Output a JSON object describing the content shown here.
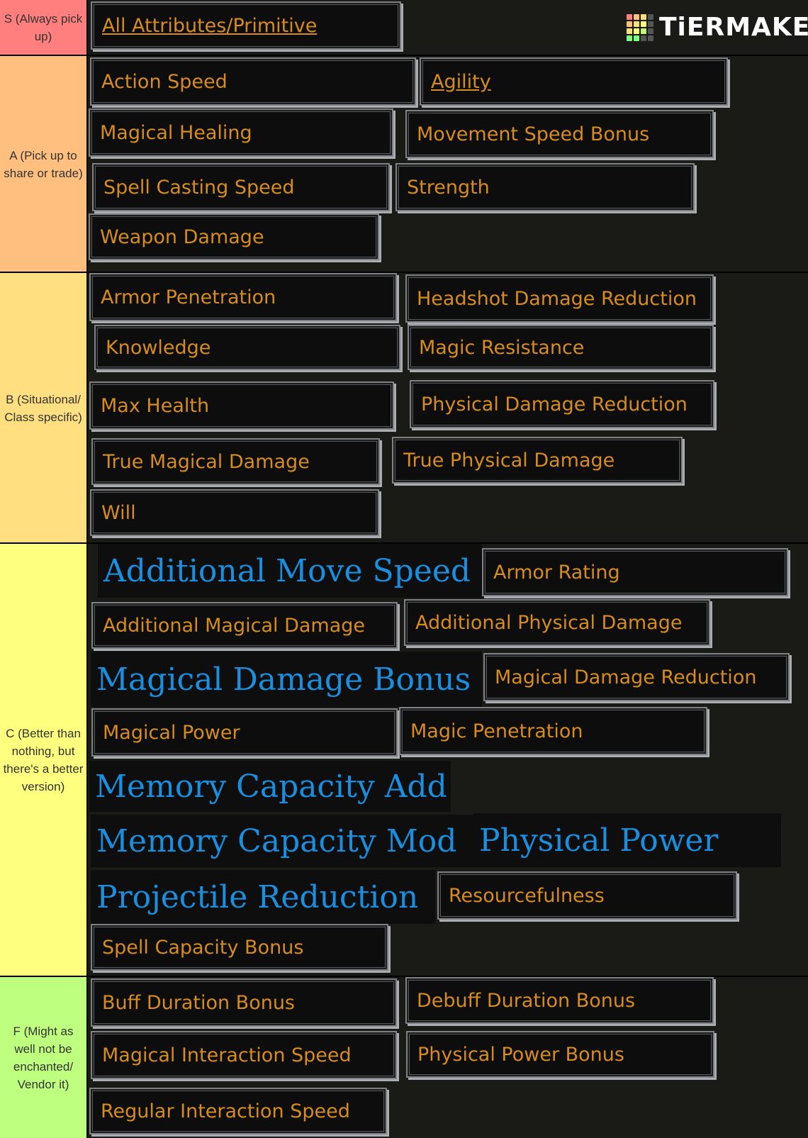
{
  "logo": {
    "text": "TiERMAKER"
  },
  "tiers": {
    "s": {
      "label": "S (Always pick up)",
      "color": "#ff7f7f"
    },
    "a": {
      "label": "A (Pick up to share or trade)",
      "color": "#ffbf7f"
    },
    "b": {
      "label": "B (Situational/ Class specific)",
      "color": "#ffdf80"
    },
    "c": {
      "label": "C (Better than nothing, but there's a better version)",
      "color": "#ffff7f"
    },
    "f": {
      "label": "F (Might as well not be enchanted/ Vendor it)",
      "color": "#bfff7f"
    }
  },
  "items": {
    "all_attributes": "All Attributes/Primitive",
    "action_speed": "Action Speed",
    "agility": "Agility",
    "magical_healing": "Magical Healing",
    "movement_speed_bonus": "Movement Speed Bonus",
    "spell_casting_speed": "Spell Casting Speed",
    "strength": "Strength",
    "weapon_damage": "Weapon Damage",
    "armor_penetration": "Armor Penetration",
    "headshot_damage_reduction": "Headshot Damage Reduction",
    "knowledge": "Knowledge",
    "magic_resistance": "Magic Resistance",
    "max_health": "Max Health",
    "physical_damage_reduction": "Physical Damage Reduction",
    "true_magical_damage": "True Magical Damage",
    "true_physical_damage": "True Physical Damage",
    "will": "Will",
    "additional_move_speed": "Additional Move Speed",
    "armor_rating": "Armor Rating",
    "additional_magical_damage": "Additional Magical Damage",
    "additional_physical_damage": "Additional Physical Damage",
    "magical_damage_bonus": "Magical Damage Bonus",
    "magical_damage_reduction": "Magical Damage Reduction",
    "magical_power": "Magical Power",
    "magic_penetration": "Magic Penetration",
    "memory_capacity_add": "Memory Capacity Add",
    "memory_capacity_mod": "Memory Capacity Mod",
    "physical_power": "Physical Power",
    "projectile_reduction": "Projectile Reduction",
    "resourcefulness": "Resourcefulness",
    "spell_capacity_bonus": "Spell Capacity Bonus",
    "buff_duration_bonus": "Buff Duration Bonus",
    "debuff_duration_bonus": "Debuff Duration Bonus",
    "magical_interaction_speed": "Magical Interaction Speed",
    "physical_power_bonus": "Physical Power Bonus",
    "regular_interaction_speed": "Regular Interaction Speed"
  },
  "colors": {
    "item_text": "#d68c1e",
    "item_text_blue": "#1a8fe0",
    "row_background": "#1a1a17"
  }
}
